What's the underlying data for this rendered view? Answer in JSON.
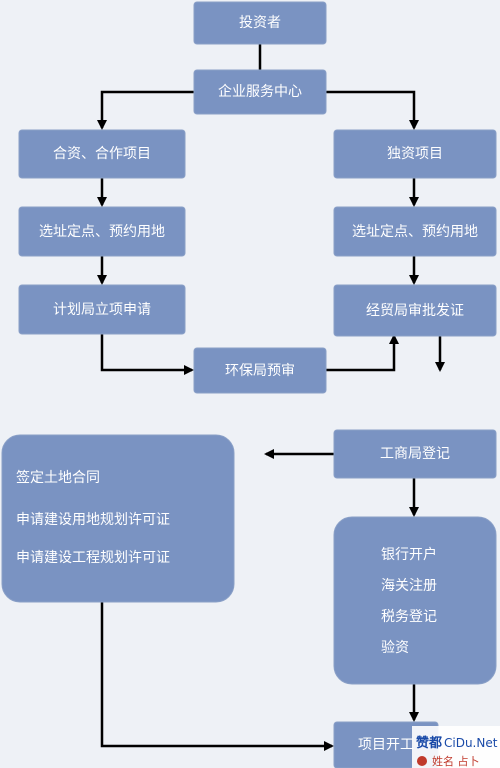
{
  "diagram": {
    "nodes": [
      {
        "id": "investor",
        "label": "投资者"
      },
      {
        "id": "service_center",
        "label": "企业服务中心"
      },
      {
        "id": "joint_venture",
        "label": "合资、合作项目"
      },
      {
        "id": "sole_venture",
        "label": "独资项目"
      },
      {
        "id": "site_left",
        "label": "选址定点、预约用地"
      },
      {
        "id": "site_right",
        "label": "选址定点、预约用地"
      },
      {
        "id": "planning_bureau",
        "label": "计划局立项申请"
      },
      {
        "id": "trade_bureau",
        "label": "经贸局审批发证"
      },
      {
        "id": "env_bureau",
        "label": "环保局预审"
      },
      {
        "id": "commerce_bureau",
        "label": "工商局登记"
      },
      {
        "id": "land_box",
        "lines": [
          "签定土地合同",
          "申请建设用地规划许可证",
          "申请建设工程规划许可证"
        ]
      },
      {
        "id": "bank_box",
        "lines": [
          "银行开户",
          "海关注册",
          "税务登记",
          "验资"
        ]
      },
      {
        "id": "project_start",
        "label": "项目开工"
      }
    ],
    "edges": [
      {
        "from": "investor",
        "to": "service_center"
      },
      {
        "from": "service_center",
        "to": "joint_venture"
      },
      {
        "from": "service_center",
        "to": "sole_venture"
      },
      {
        "from": "joint_venture",
        "to": "site_left"
      },
      {
        "from": "sole_venture",
        "to": "site_right"
      },
      {
        "from": "site_left",
        "to": "planning_bureau"
      },
      {
        "from": "site_right",
        "to": "trade_bureau"
      },
      {
        "from": "planning_bureau",
        "to": "env_bureau"
      },
      {
        "from": "env_bureau",
        "to": "trade_bureau"
      },
      {
        "from": "trade_bureau",
        "to": "commerce_bureau"
      },
      {
        "from": "commerce_bureau",
        "to": "land_box"
      },
      {
        "from": "commerce_bureau",
        "to": "bank_box"
      },
      {
        "from": "bank_box",
        "to": "project_start"
      },
      {
        "from": "land_box",
        "to": "project_start"
      }
    ],
    "colors": {
      "node_fill": "#7a93c2",
      "node_text": "#ffffff",
      "edge": "#000000",
      "background": "#eef1f6"
    }
  },
  "watermark": {
    "brand": "赞都",
    "domain": "CiDu.Net",
    "tagline": "姓名 占卜"
  }
}
